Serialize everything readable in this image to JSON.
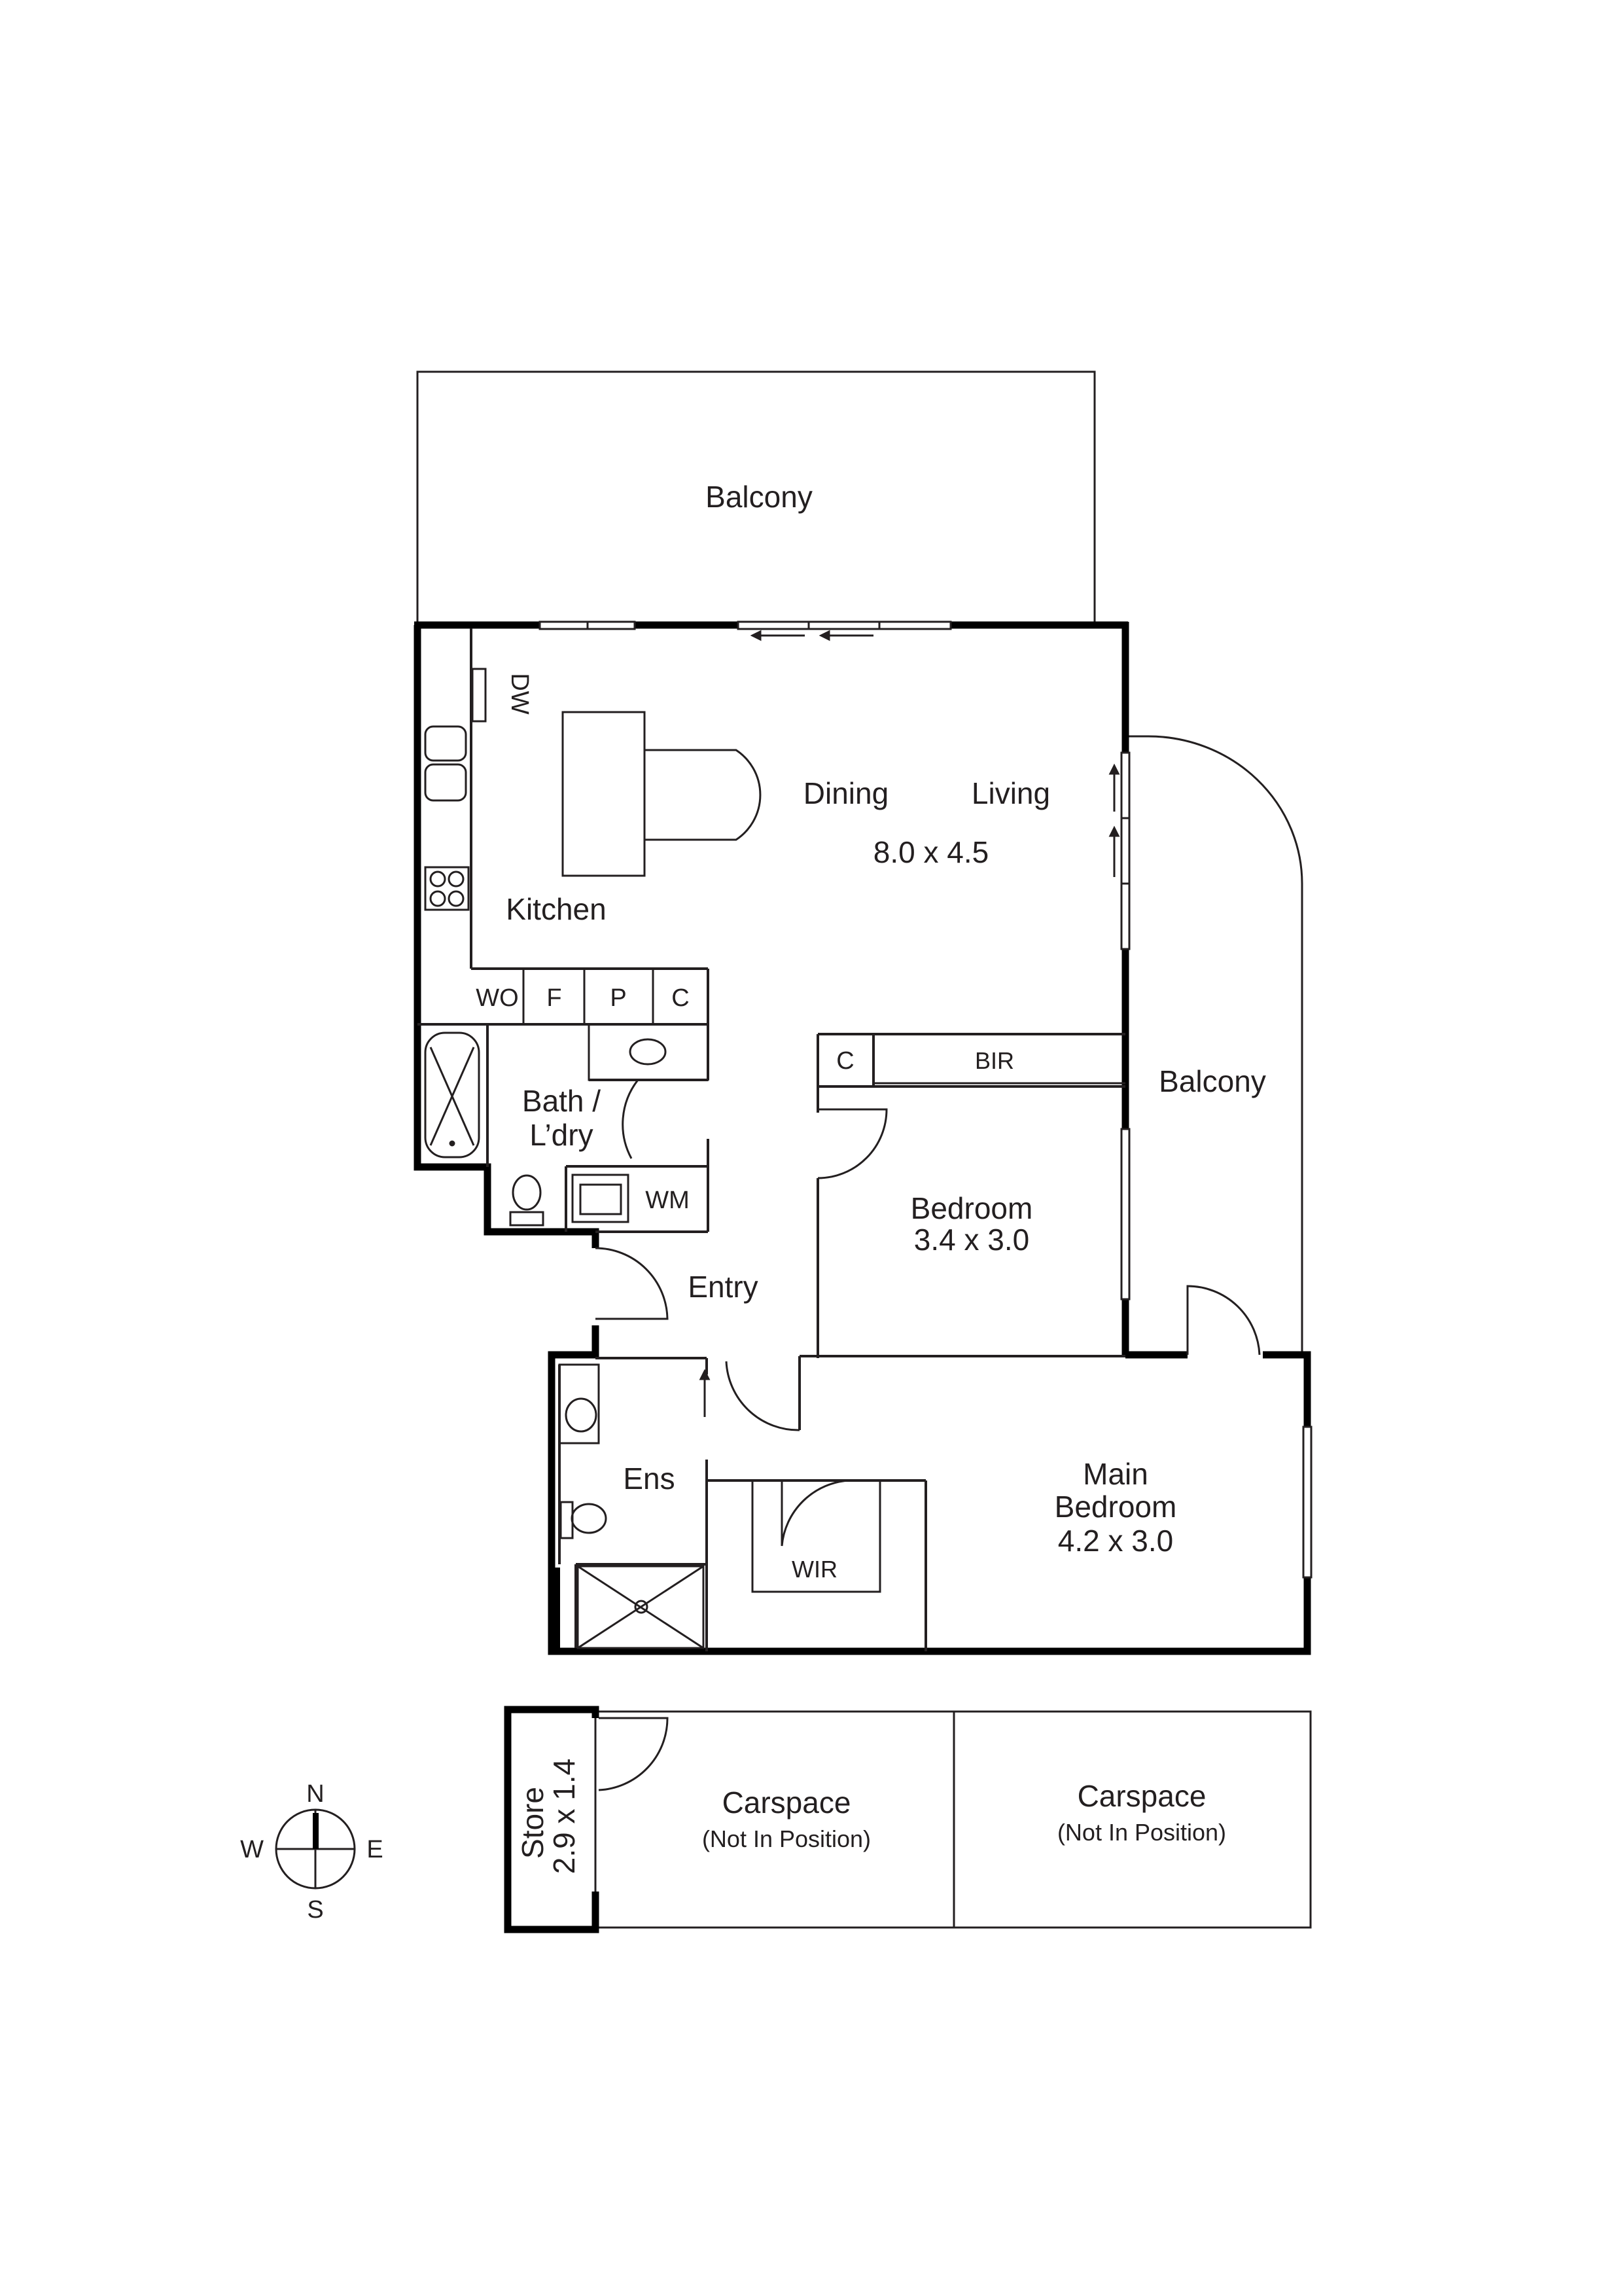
{
  "rooms": {
    "balcony_north": "Balcony",
    "dining": "Dining",
    "living": "Living",
    "living_dims": "8.0 x 4.5",
    "kitchen": "Kitchen",
    "balcony_east": "Balcony",
    "bath_line1": "Bath /",
    "bath_line2": "L’dry",
    "bedroom": "Bedroom",
    "bedroom_dims": "3.4 x 3.0",
    "entry": "Entry",
    "ens": "Ens",
    "wir": "WIR",
    "main_bedroom_line1": "Main",
    "main_bedroom_line2": "Bedroom",
    "main_bedroom_dims": "4.2 x 3.0",
    "store": "Store",
    "store_dims": "2.9 x 1.4",
    "carspace_1": "Carspace",
    "carspace_1_note": "(Not In Position)",
    "carspace_2": "Carspace",
    "carspace_2_note": "(Not In Position)"
  },
  "fixtures": {
    "dw": "DW",
    "wo": "WO",
    "fridge": "F",
    "pantry": "P",
    "cupboard_kitchen": "C",
    "cupboard_bedroom": "C",
    "bir": "BIR",
    "wm": "WM"
  },
  "compass": {
    "n": "N",
    "s": "S",
    "e": "E",
    "w": "W"
  }
}
